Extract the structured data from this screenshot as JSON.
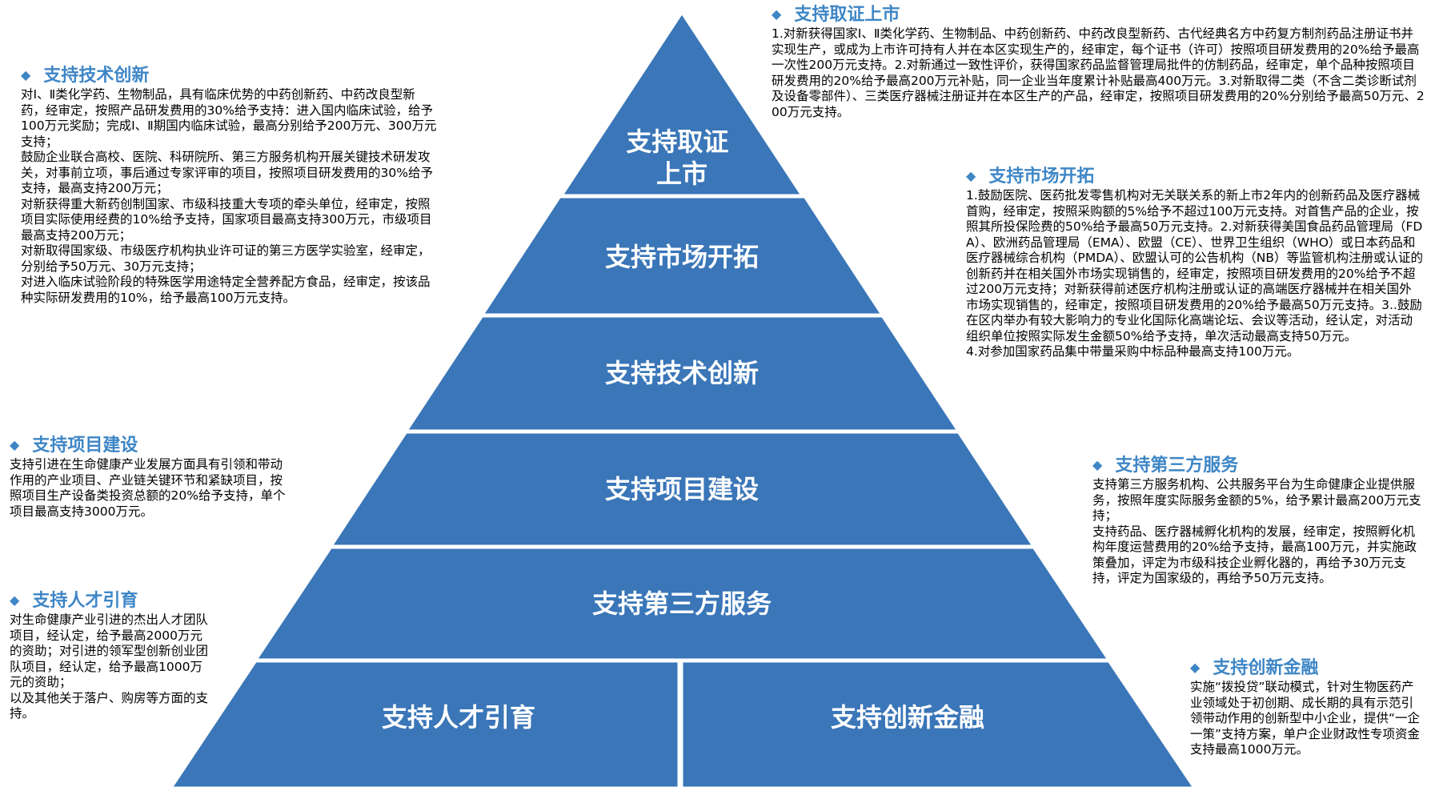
{
  "colors": {
    "tier": "#3a76b8",
    "tier_stroke": "#ffffff",
    "title": "#3e86c6"
  },
  "pyramid": {
    "tiers": [
      {
        "lines": [
          "支持取证",
          "上市"
        ]
      },
      {
        "lines": [
          "支持市场开拓"
        ]
      },
      {
        "lines": [
          "支持技术创新"
        ]
      },
      {
        "lines": [
          "支持项目建设"
        ]
      },
      {
        "lines": [
          "支持第三方服务"
        ]
      },
      {
        "lines": [
          "支持人才引育"
        ]
      },
      {
        "lines": [
          "支持创新金融"
        ]
      }
    ]
  },
  "blocks": {
    "tech": {
      "title": "支持技术创新",
      "body": "对Ⅰ、Ⅱ类化学药、生物制品，具有临床优势的中药创新药、中药改良型新药，经审定，按照产品研发费用的30%给予支持：进入国内临床试验，给予100万元奖励；完成Ⅰ、Ⅱ期国内临床试验，最高分别给予200万元、300万元支持；\n鼓励企业联合高校、医院、科研院所、第三方服务机构开展关键技术研发攻关，对事前立项，事后通过专家评审的项目，按照项目研发费用的30%给予支持，最高支持200万元；\n对新获得重大新药创制国家、市级科技重大专项的牵头单位，经审定，按照项目实际使用经费的10%给予支持，国家项目最高支持300万元，市级项目最高支持200万元；\n对新取得国家级、市级医疗机构执业许可证的第三方医学实验室，经审定，分别给予50万元、30万元支持；\n对进入临床试验阶段的特殊医学用途特定全营养配方食品，经审定，按该品种实际研发费用的10%，给予最高100万元支持。"
    },
    "project": {
      "title": "支持项目建设",
      "body": "支持引进在生命健康产业发展方面具有引领和带动作用的产业项目、产业链关键环节和紧缺项目，按照项目生产设备类投资总额的20%给予支持，单个项目最高支持3000万元。"
    },
    "talent": {
      "title": "支持人才引育",
      "body": "对生命健康产业引进的杰出人才团队项目，经认定，给予最高2000万元的资助；对引进的领军型创新创业团队项目，经认定，给予最高1000万元的资助；\n以及其他关于落户、购房等方面的支持。"
    },
    "certify": {
      "title": "支持取证上市",
      "body": "1.对新获得国家Ⅰ、Ⅱ类化学药、生物制品、中药创新药、中药改良型新药、古代经典名方中药复方制剂药品注册证书并实现生产，或成为上市许可持有人并在本区实现生产的，经审定，每个证书（许可）按照项目研发费用的20%给予最高一次性200万元支持。2.对新通过一致性评价，获得国家药品监督管理局批件的仿制药品，经审定，单个品种按照项目研发费用的20%给予最高200万元补贴，同一企业当年度累计补贴最高400万元。3.对新取得二类（不含二类诊断试剂及设备零部件）、三类医疗器械注册证并在本区生产的产品，经审定，按照项目研发费用的20%分别给予最高50万元、200万元支持。"
    },
    "market": {
      "title": "支持市场开拓",
      "body": "1.鼓励医院、医药批发零售机构对无关联关系的新上市2年内的创新药品及医疗器械首购，经审定，按照采购额的5%给予不超过100万元支持。对首售产品的企业，按照其所投保险费的50%给予最高50万元支持。2.对新获得美国食品药品管理局（FDA）、欧洲药品管理局（EMA）、欧盟（CE）、世界卫生组织（WHO）或日本药品和医疗器械综合机构（PMDA）、欧盟认可的公告机构（NB）等监管机构注册或认证的创新药并在相关国外市场实现销售的，经审定，按照项目研发费用的20%给予不超过200万元支持；对新获得前述医疗机构注册或认证的高端医疗器械并在相关国外市场实现销售的，经审定，按照项目研发费用的20%给予最高50万元支持。3..鼓励在区内举办有较大影响力的专业化国际化高端论坛、会议等活动，经认定，对活动组织单位按照实际发生金额50%给予支持，单次活动最高支持50万元。\n4.对参加国家药品集中带量采购中标品种最高支持100万元。"
    },
    "third": {
      "title": "支持第三方服务",
      "body": "支持第三方服务机构、公共服务平台为生命健康企业提供服务，按照年度实际服务金额的5%，给予累计最高200万元支持；\n支持药品、医疗器械孵化机构的发展，经审定，按照孵化机构年度运营费用的20%给予支持，最高100万元，并实施政策叠加，评定为市级科技企业孵化器的，再给予30万元支持，评定为国家级的，再给予50万元支持。"
    },
    "finance": {
      "title": "支持创新金融",
      "body": "实施“拨投贷”联动模式，针对生物医药产业领域处于初创期、成长期的具有示范引领带动作用的创新型中小企业，提供“一企一策”支持方案，单户企业财政性专项资金支持最高1000万元。"
    }
  }
}
